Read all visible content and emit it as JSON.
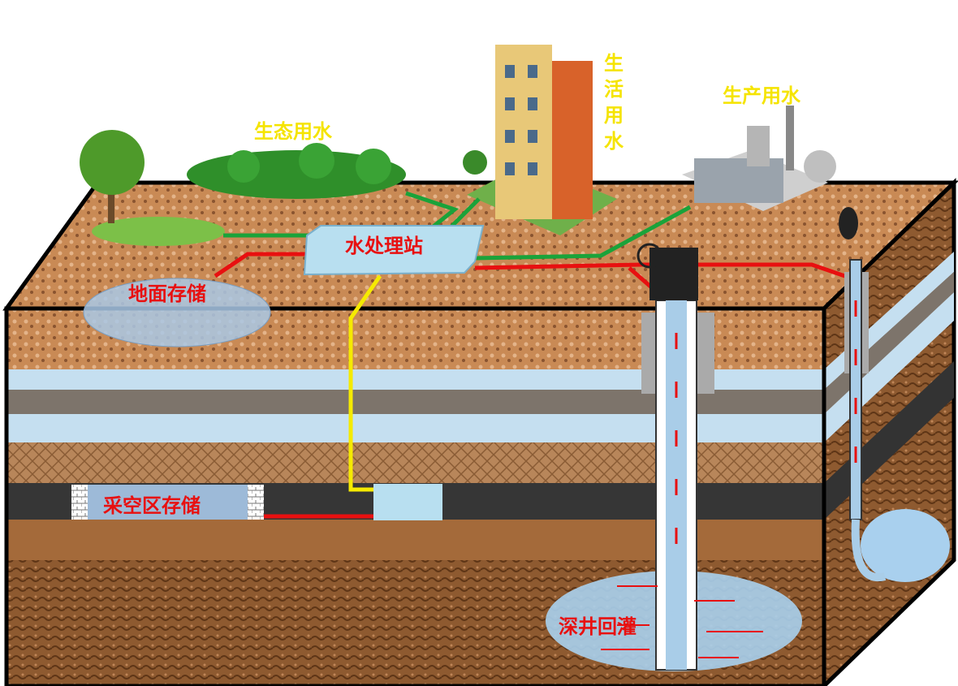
{
  "labels": {
    "ecological_water": "生态用水",
    "domestic_water": "生活用水",
    "production_water": "生产用水",
    "treatment_station": "水处理站",
    "surface_storage": "地面存储",
    "goaf_storage": "采空区存储",
    "deep_well_reinjection": "深井回灌"
  },
  "colors": {
    "green_pipe": "#1aa33a",
    "red_pipe": "#e81010",
    "yellow_pipe": "#f5ea00",
    "label_yellow": "#f5e400",
    "label_red": "#e81010"
  }
}
